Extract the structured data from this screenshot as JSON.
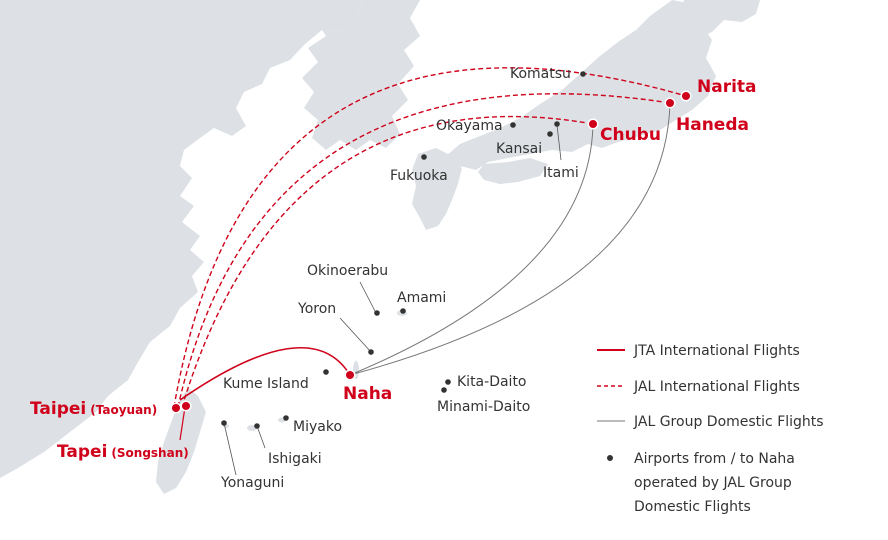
{
  "colors": {
    "sea": "#ffffff",
    "land": "#dde1e5",
    "jta": "#d0021b",
    "jal": "#d0021b",
    "domestic": "#777777",
    "hub_dot": "#d0021b",
    "airport_dot": "#333333"
  },
  "hubs": {
    "narita": "Narita",
    "haneda": "Haneda",
    "chubu": "Chubu",
    "naha": "Naha",
    "taipei_taoyuan": "Taipei",
    "taoyuan": "(Taoyuan)",
    "tapei_songshan": "Tapei",
    "songshan": "(Songshan)"
  },
  "airports": {
    "komatsu": "Komatsu",
    "okayama": "Okayama",
    "kansai": "Kansai",
    "itami": "Itami",
    "fukuoka": "Fukuoka",
    "okinoerabu": "Okinoerabu",
    "amami": "Amami",
    "yoron": "Yoron",
    "kume_island": "Kume Island",
    "kita_daito": "Kita-Daito",
    "minami_daito": "Minami-Daito",
    "miyako": "Miyako",
    "ishigaki": "Ishigaki",
    "yonaguni": "Yonaguni"
  },
  "legend": {
    "jta": "JTA International Flights",
    "jal": "JAL International Flights",
    "domestic": "JAL Group Domestic Flights",
    "airports_line1": "Airports from / to Naha",
    "airports_line2": "operated by JAL Group",
    "airports_line3": "Domestic Flights"
  }
}
